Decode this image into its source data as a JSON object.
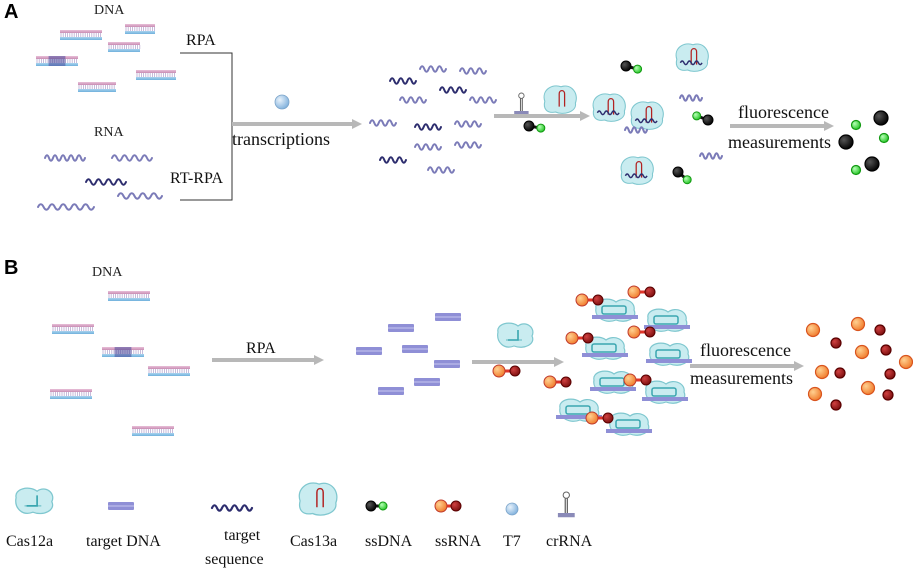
{
  "panel_a": {
    "label": "A",
    "dna_label": "DNA",
    "rna_label": "RNA",
    "rpa_label": "RPA",
    "rtrpa_label": "RT-RPA",
    "transcriptions_label": "transcriptions",
    "fluor_line1": "fluorescence",
    "fluor_line2": "measurements"
  },
  "panel_b": {
    "label": "B",
    "dna_label": "DNA",
    "rpa_label": "RPA",
    "fluor_line1": "fluorescence",
    "fluor_line2": "measurements"
  },
  "legend": [
    {
      "key": "cas12a",
      "label": "Cas12a"
    },
    {
      "key": "target_dna",
      "label": "target DNA"
    },
    {
      "key": "target_sequence",
      "label_line1": "target",
      "label_line2": "sequence"
    },
    {
      "key": "cas13a",
      "label": "Cas13a"
    },
    {
      "key": "ssdna",
      "label": "ssDNA"
    },
    {
      "key": "ssrna",
      "label": "ssRNA"
    },
    {
      "key": "t7",
      "label": "T7"
    },
    {
      "key": "crrna",
      "label": "crRNA"
    }
  ],
  "colors": {
    "dna_top": "#d9a3c4",
    "dna_bottom": "#8cc2e6",
    "target_dna": "#8f8fd6",
    "wave_light": "#7b7bb8",
    "wave_dark": "#2d2d6e",
    "protein_fill": "#c9ecf0",
    "protein_stroke": "#7fc7cf",
    "ssrna_dark": "#b22222",
    "ssrna_light": "#f4a36a",
    "ssdna_dark": "#111111",
    "ssdna_light": "#44dd44",
    "arrow": "#b8b8b8",
    "t7": "#a6c8ea"
  }
}
